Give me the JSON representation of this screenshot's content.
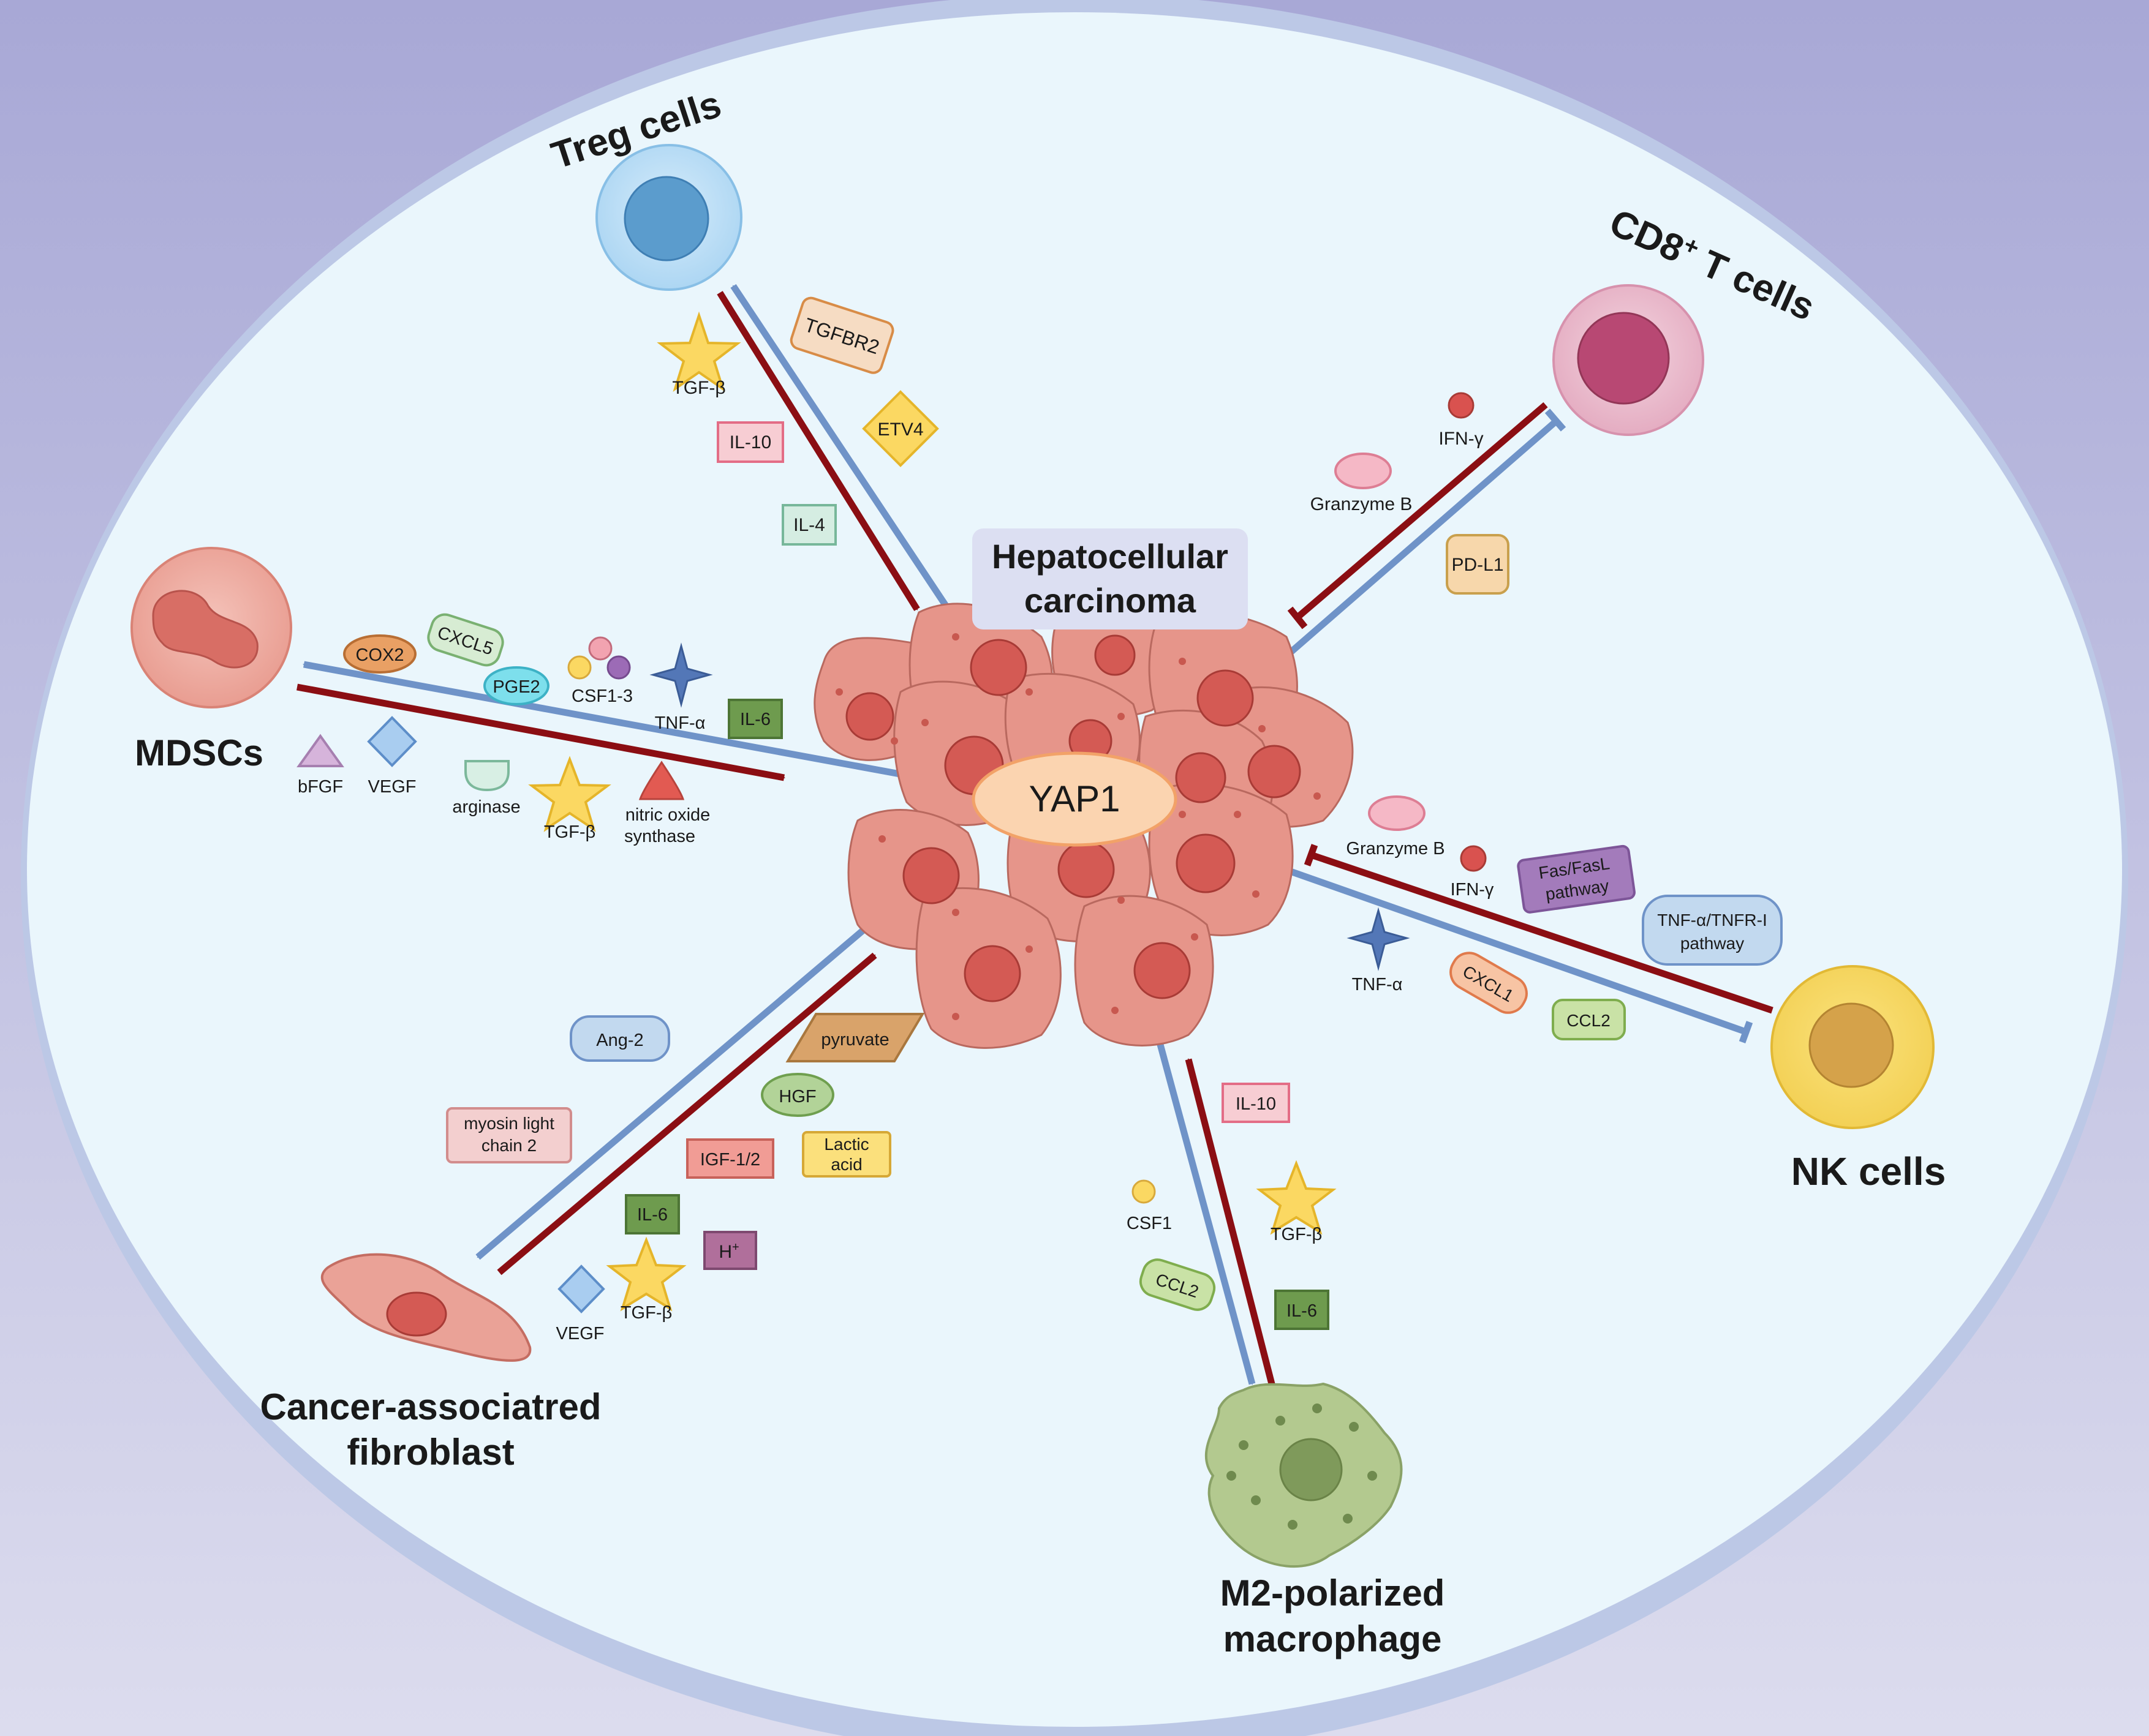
{
  "title": "Hepatocellular carcinoma",
  "hub": "YAP1",
  "cells": {
    "treg": "Treg cells",
    "cd8": "CD8",
    "cd8_sup": "+",
    "cd8_rest": " T cells",
    "mdsc": "MDSCs",
    "nk": "NK cells",
    "caf_line1": "Cancer-associatred",
    "caf_line2": "fibroblast",
    "m2_line1": "M2-polarized",
    "m2_line2": "macrophage"
  },
  "treg_factors": {
    "tgfbr2": "TGFBR2",
    "tgfb": "TGF-β",
    "etv4": "ETV4",
    "il10": "IL-10",
    "il4": "IL-4"
  },
  "cd8_factors": {
    "ifng": "IFN-γ",
    "granzyme": "Granzyme B",
    "pdl1": "PD-L1"
  },
  "mdsc_factors": {
    "cox2": "COX2",
    "cxcl5": "CXCL5",
    "pge2": "PGE2",
    "csf13": "CSF1-3",
    "tnfa": "TNF-α",
    "il6": "IL-6",
    "bfgf": "bFGF",
    "vegf": "VEGF",
    "arginase": "arginase",
    "tgfb": "TGF-β",
    "nos_line1": "nitric oxide",
    "nos_line2": "synthase"
  },
  "nk_factors": {
    "granzyme": "Granzyme B",
    "ifng": "IFN-γ",
    "fas_line1": "Fas/FasL",
    "fas_line2": "pathway",
    "tnfr_line1": "TNF-α/TNFR-I",
    "tnfr_line2": "pathway",
    "tnfa": "TNF-α",
    "cxcl1": "CXCL1",
    "ccl2": "CCL2"
  },
  "caf_factors": {
    "ang2": "Ang-2",
    "pyruvate": "pyruvate",
    "hgf": "HGF",
    "mlc_line1": "myosin light",
    "mlc_line2": "chain 2",
    "igf": "IGF-1/2",
    "lactic_line1": "Lactic",
    "lactic_line2": "acid",
    "il6": "IL-6",
    "h": "H",
    "h_sup": "+",
    "vegf": "VEGF",
    "tgfb": "TGF-β"
  },
  "m2_factors": {
    "il10": "IL-10",
    "csf1": "CSF1",
    "tgfb": "TGF-β",
    "ccl2": "CCL2",
    "il6": "IL-6"
  },
  "colors": {
    "activate_arrow": "#8b0e13",
    "blue_arrow": "#6f93c8",
    "background_outer": "#a6a6d4",
    "ellipse_fill": "#eaf6fc",
    "tumor_cell": "#e6958a",
    "tumor_nucleus": "#d45a54"
  }
}
